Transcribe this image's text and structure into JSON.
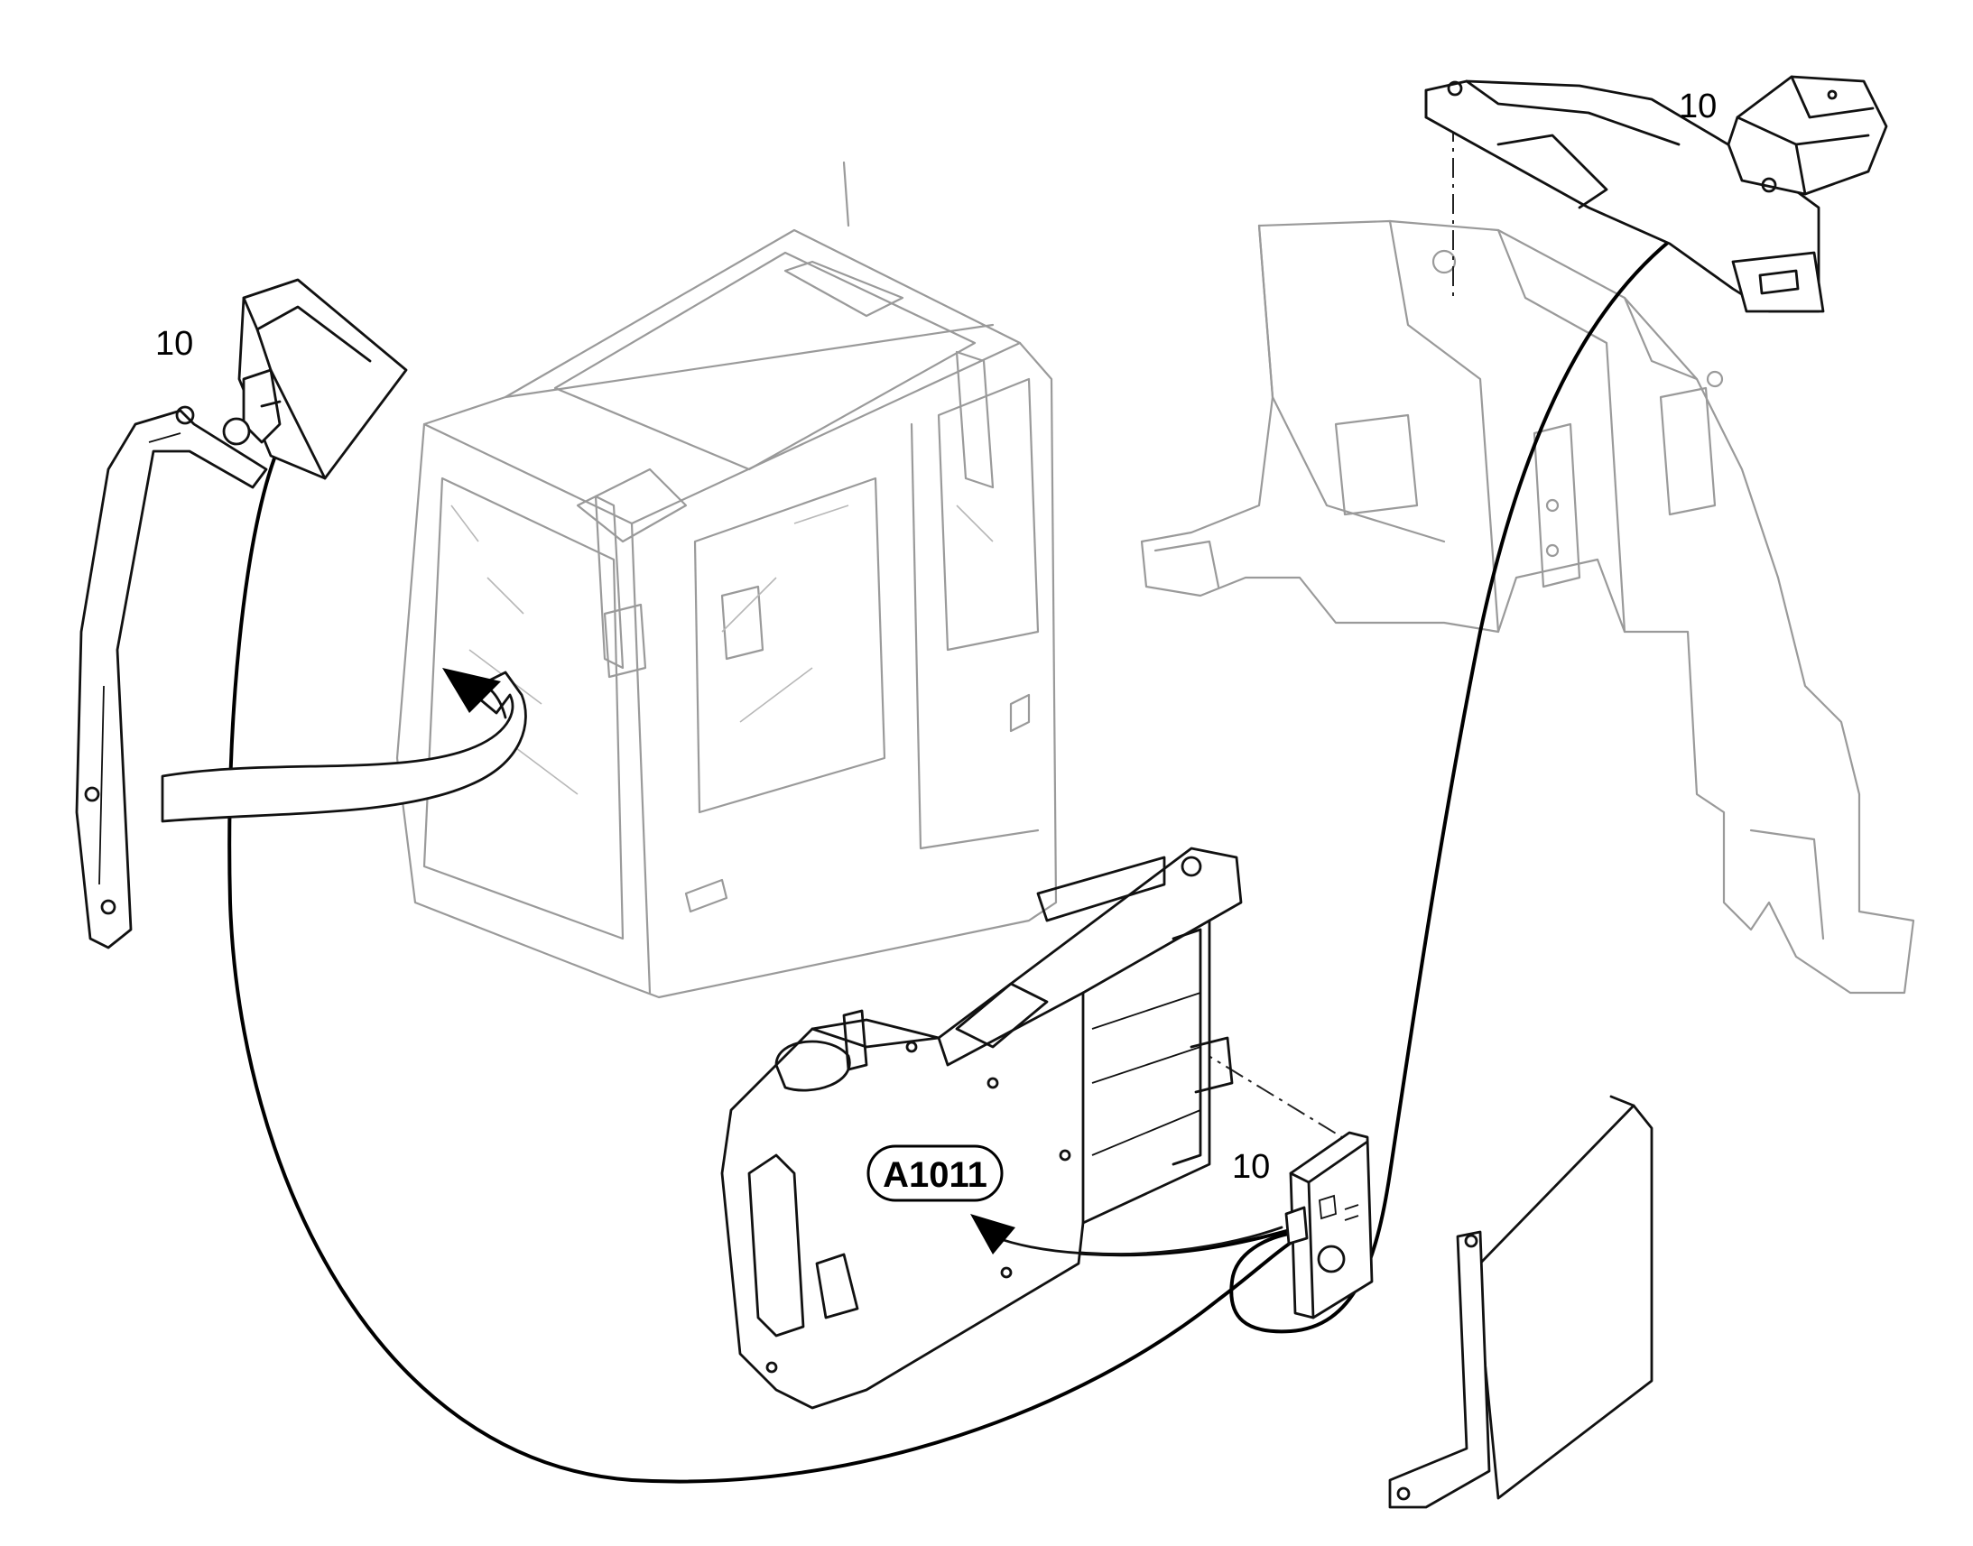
{
  "callouts": {
    "item_camera_left": "10",
    "item_camera_top": "10",
    "item_controller": "10"
  },
  "reference": {
    "connector_code": "A1011"
  }
}
